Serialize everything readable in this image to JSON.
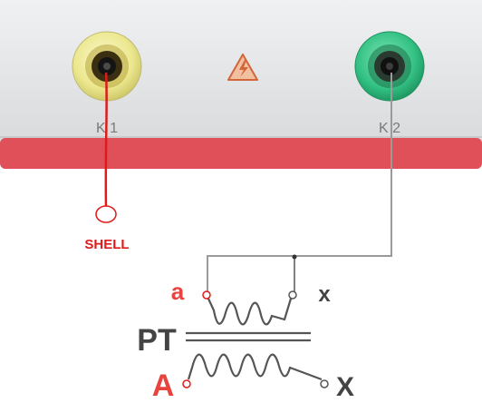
{
  "terminals": {
    "k1": {
      "label": "K 1",
      "ring_color": "#f3f0a0",
      "wire_color": "#e01a1a"
    },
    "k2": {
      "label": "K 2",
      "ring_color": "#3ec98a",
      "wire_color": "#9a9a9a"
    }
  },
  "warning_symbol": {
    "icon": "high-voltage-warning-icon",
    "color": "#e07d52"
  },
  "shell": {
    "label": "SHELL",
    "color": "#e01a1a"
  },
  "transformer": {
    "name": "PT",
    "secondary_left": "a",
    "secondary_right": "x",
    "primary_left": "A",
    "primary_right": "X"
  },
  "colors": {
    "panel": "#e4e6e8",
    "panel_stripe": "#e05058",
    "label_red": "#e8443f",
    "label_dark": "#444444"
  }
}
